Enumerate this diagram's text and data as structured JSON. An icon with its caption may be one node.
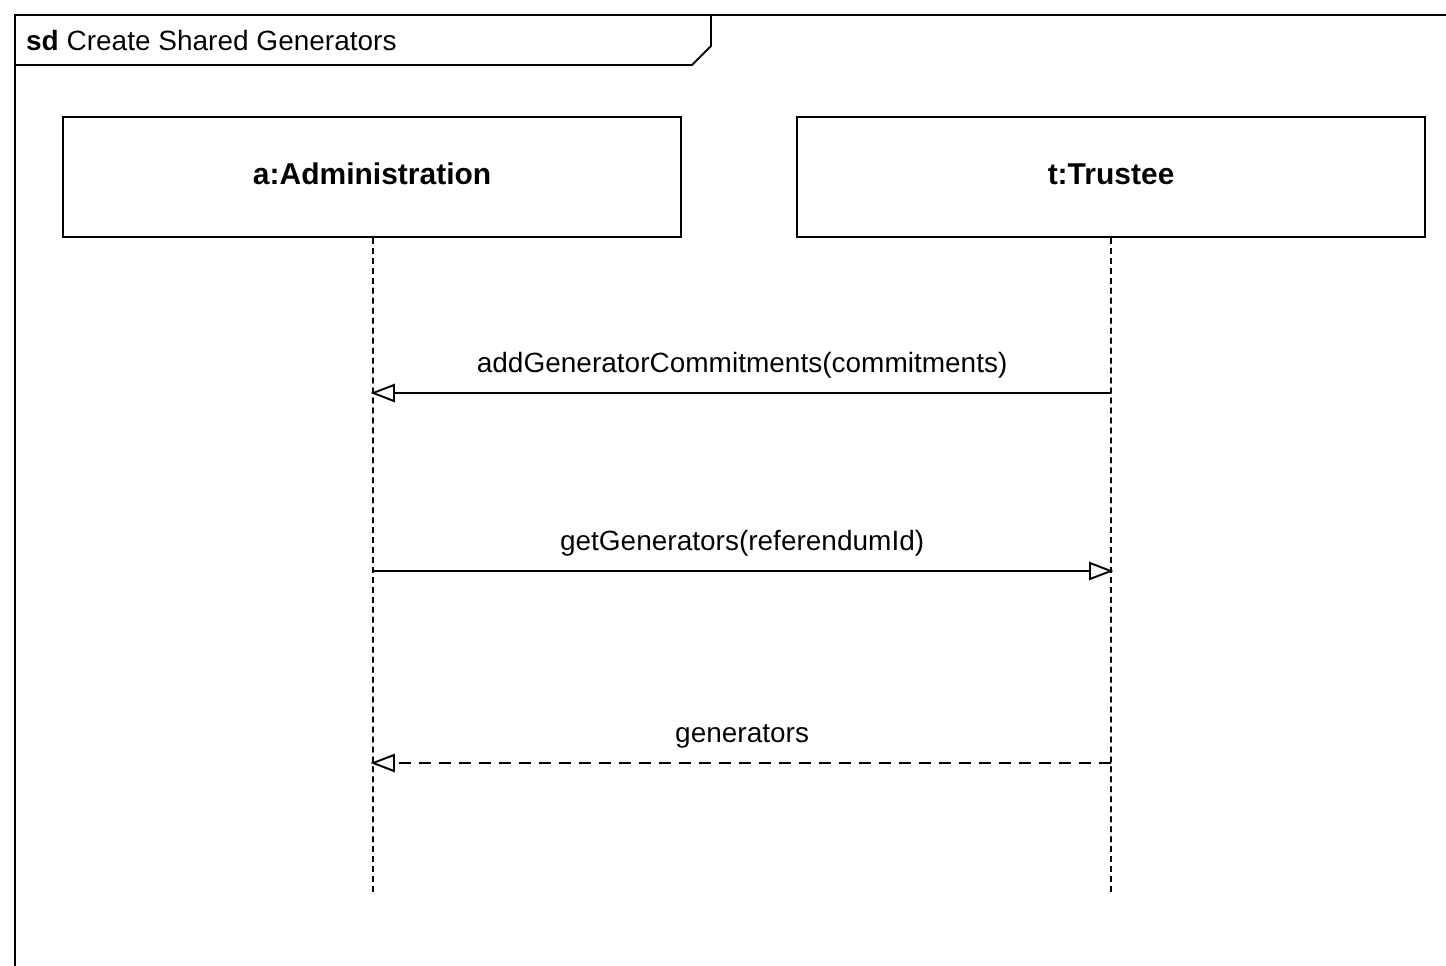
{
  "diagram": {
    "nodes": [
      {
        "text": [
          "**sd** Create Shared Generators"
        ]
      },
      {
        "text": [
          "a:Administration"
        ],
        "in": 0
      },
      {
        "text": [
          "t:Trustee"
        ],
        "in": 0
      },
      {
        "text": [],
        "shape": "line",
        "in": 0
      },
      {
        "text": [],
        "shape": "line",
        "in": 0
      }
    ],
    "edges": [
      {
        "from": 4,
        "to": 3,
        "arrow": "to",
        "label": "addGeneratorCommitments(commitments)"
      },
      {
        "from": 3,
        "to": 4,
        "arrow": "to",
        "label": "getGenerators(referendumId)"
      },
      {
        "from": 4,
        "to": 3,
        "arrow": "to",
        "label": "generators",
        "style": "dashed"
      }
    ]
  }
}
